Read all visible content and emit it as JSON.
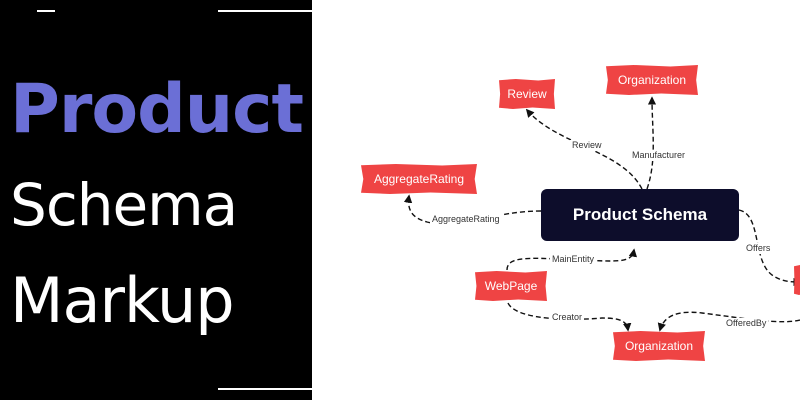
{
  "title": {
    "line1": "Product",
    "line2": "Schema",
    "line3": "Markup"
  },
  "diagram": {
    "main_node": "Product Schema",
    "nodes": {
      "review": "Review",
      "organization_top": "Organization",
      "aggregate_rating": "AggregateRating",
      "webpage": "WebPage",
      "organization_bottom": "Organization"
    },
    "edges": {
      "review": "Review",
      "manufacturer": "Manufacturer",
      "aggregate_rating": "AggregateRating",
      "offers": "Offers",
      "main_entity": "MainEntity",
      "creator": "Creator",
      "offered_by": "OfferedBy"
    }
  },
  "colors": {
    "accent": "#6b6fd6",
    "node_red": "#ef4444",
    "main_node_bg": "#0d0d2b"
  }
}
